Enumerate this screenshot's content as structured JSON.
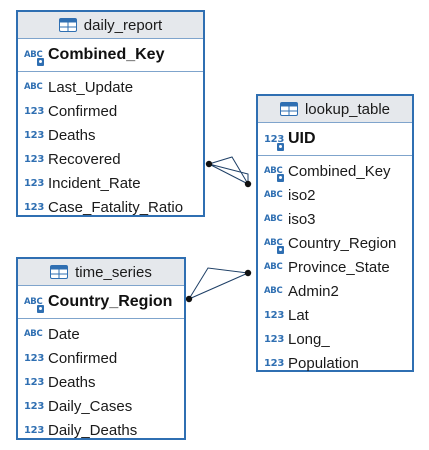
{
  "entities": {
    "daily_report": {
      "title": "daily_report",
      "key": {
        "type": "ABC",
        "name": "Combined_Key"
      },
      "columns": [
        {
          "type": "ABC",
          "name": "Last_Update"
        },
        {
          "type": "123",
          "name": "Confirmed"
        },
        {
          "type": "123",
          "name": "Deaths"
        },
        {
          "type": "123",
          "name": "Recovered"
        },
        {
          "type": "123",
          "name": "Incident_Rate"
        },
        {
          "type": "123",
          "name": "Case_Fatality_Ratio"
        }
      ]
    },
    "lookup_table": {
      "title": "lookup_table",
      "key": {
        "type": "123",
        "name": "UID"
      },
      "columns": [
        {
          "type": "ABC",
          "name": "Combined_Key"
        },
        {
          "type": "ABC",
          "name": "iso2"
        },
        {
          "type": "ABC",
          "name": "iso3"
        },
        {
          "type": "ABC",
          "name": "Country_Region"
        },
        {
          "type": "ABC",
          "name": "Province_State"
        },
        {
          "type": "ABC",
          "name": "Admin2"
        },
        {
          "type": "123",
          "name": "Lat"
        },
        {
          "type": "123",
          "name": "Long_"
        },
        {
          "type": "123",
          "name": "Population"
        }
      ]
    },
    "time_series": {
      "title": "time_series",
      "key": {
        "type": "ABC",
        "name": "Country_Region"
      },
      "columns": [
        {
          "type": "ABC",
          "name": "Date"
        },
        {
          "type": "123",
          "name": "Confirmed"
        },
        {
          "type": "123",
          "name": "Deaths"
        },
        {
          "type": "123",
          "name": "Daily_Cases"
        },
        {
          "type": "123",
          "name": "Daily_Deaths"
        }
      ]
    }
  },
  "colors": {
    "border": "#2f6fb2",
    "header_bg": "#e5e8ec",
    "link": "#1e3f66"
  }
}
